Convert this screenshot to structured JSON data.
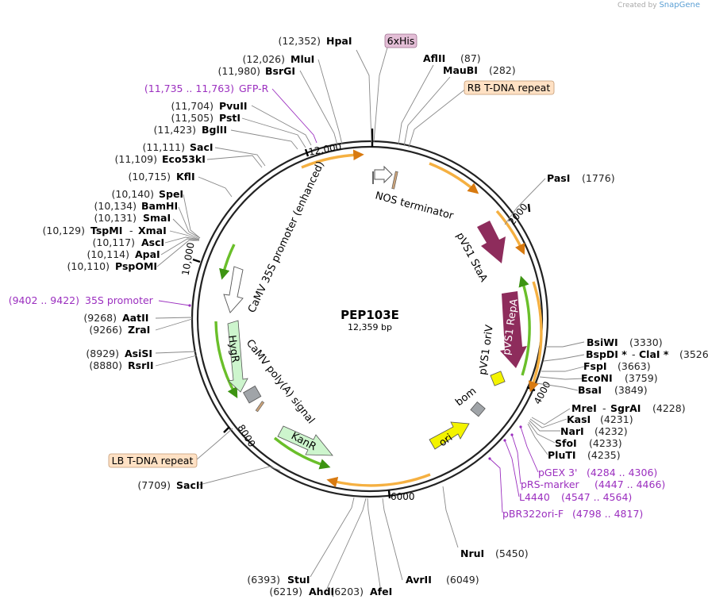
{
  "credit": {
    "prefix": "Created by",
    "brand": "SnapGene"
  },
  "plasmid": {
    "name": "PEP103E",
    "size_label": "12,359 bp"
  },
  "ticks": [
    "2000",
    "4000",
    "6000",
    "8000",
    "10,000",
    "12,000"
  ],
  "features": {
    "nos": "NOS terminator",
    "stab": "pVS1 StaA",
    "repa": "pVS1 RepA",
    "oriv": "pVS1 oriV",
    "bom": "bom",
    "ori": "ori",
    "kanr": "KanR",
    "polya": "CaMV poly(A) signal",
    "hygr": "HygR",
    "p35s": "CaMV 35S promoter (enhanced)"
  },
  "boxes": {
    "his": "6xHis",
    "rb": "RB T-DNA repeat",
    "lb": "LB T-DNA repeat"
  },
  "sites": {
    "hpa": {
      "pos": "(12,352)",
      "name": "HpaI"
    },
    "mlu": {
      "pos": "(12,026)",
      "name": "MluI"
    },
    "bsrg": {
      "pos": "(11,980)",
      "name": "BsrGI"
    },
    "gfpr": {
      "pos": "(11,735 .. 11,763)",
      "name": "GFP-R"
    },
    "pvu": {
      "pos": "(11,704)",
      "name": "PvuII"
    },
    "pst": {
      "pos": "(11,505)",
      "name": "PstI"
    },
    "bgl": {
      "pos": "(11,423)",
      "name": "BglII"
    },
    "sac": {
      "pos": "(11,111)",
      "name": "SacI"
    },
    "eco53": {
      "pos": "(11,109)",
      "name": "Eco53kI"
    },
    "kfl": {
      "pos": "(10,715)",
      "name": "KflI"
    },
    "spe": {
      "pos": "(10,140)",
      "name": "SpeI"
    },
    "bam": {
      "pos": "(10,134)",
      "name": "BamHI"
    },
    "sma": {
      "pos": "(10,131)",
      "name": "SmaI"
    },
    "tspmi": {
      "pos": "(10,129)",
      "name": "TspMI",
      "name2": "XmaI"
    },
    "asc": {
      "pos": "(10,117)",
      "name": "AscI"
    },
    "apa": {
      "pos": "(10,114)",
      "name": "ApaI"
    },
    "pspomi": {
      "pos": "(10,110)",
      "name": "PspOMI"
    },
    "p35sprimer": {
      "pos": "(9402 .. 9422)",
      "name": "35S promoter"
    },
    "aat": {
      "pos": "(9268)",
      "name": "AatII"
    },
    "zra": {
      "pos": "(9266)",
      "name": "ZraI"
    },
    "asisi": {
      "pos": "(8929)",
      "name": "AsiSI"
    },
    "rsr": {
      "pos": "(8880)",
      "name": "RsrII"
    },
    "sac2": {
      "pos": "(7709)",
      "name": "SacII"
    },
    "stu": {
      "pos": "(6393)",
      "name": "StuI"
    },
    "ahd": {
      "pos": "(6219)",
      "name": "AhdI"
    },
    "afe": {
      "pos": "(6203)",
      "name": "AfeI"
    },
    "avr": {
      "name": "AvrII",
      "pos": "(6049)"
    },
    "nru": {
      "name": "NruI",
      "pos": "(5450)"
    },
    "afl": {
      "name": "AflII",
      "pos": "(87)"
    },
    "maub": {
      "name": "MauBI",
      "pos": "(282)"
    },
    "pas": {
      "name": "PasI",
      "pos": "(1776)"
    },
    "bsiw": {
      "name": "BsiWI",
      "pos": "(3330)"
    },
    "bspdi": {
      "name": "BspDI *",
      "name2": "ClaI *",
      "pos": "(3526)"
    },
    "fsp": {
      "name": "FspI",
      "pos": "(3663)"
    },
    "econ": {
      "name": "EcoNI",
      "pos": "(3759)"
    },
    "bsa": {
      "name": "BsaI",
      "pos": "(3849)"
    },
    "mre": {
      "name": "MreI",
      "name2": "SgrAI",
      "pos": "(4228)"
    },
    "kas": {
      "name": "KasI",
      "pos": "(4231)"
    },
    "nar": {
      "name": "NarI",
      "pos": "(4232)"
    },
    "sfo": {
      "name": "SfoI",
      "pos": "(4233)"
    },
    "plut": {
      "name": "PluTI",
      "pos": "(4235)"
    },
    "pgex": {
      "name": "pGEX 3'",
      "pos": "(4284 .. 4306)"
    },
    "prs": {
      "name": "pRS-marker",
      "pos": "(4447 .. 4466)"
    },
    "l4440": {
      "name": "L4440",
      "pos": "(4547 .. 4564)"
    },
    "pbr": {
      "name": "pBR322ori-F",
      "pos": "(4798 .. 4817)"
    }
  },
  "colors": {
    "backbone": "#222222",
    "orf_orange": "#f5b041",
    "orf_green": "#6abf2a",
    "stab_fill": "#8e2c5c",
    "hygr_fill": "#cdf5cd",
    "ori_fill": "#f3f300",
    "bom_fill": "#a0a4a8",
    "primer_text": "#9b2fbf",
    "box_his": "#e3bed6",
    "box_tdna": "#ffe1c4"
  }
}
